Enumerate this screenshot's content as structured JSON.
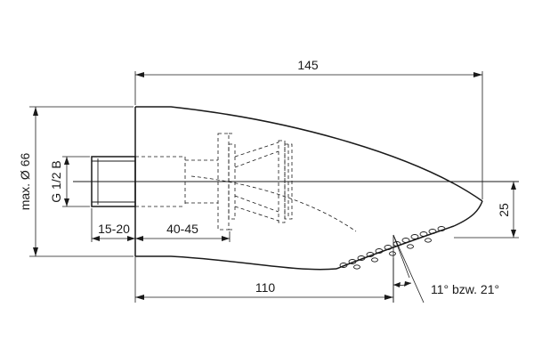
{
  "dimensions": {
    "overall_length": "145",
    "max_diameter": "max. Ø 66",
    "thread": "G 1/2 B",
    "thread_engagement": "15-20",
    "wall_distance": "40-45",
    "head_height": "25",
    "nozzle_position": "110",
    "spray_angle": "11° bzw. 21°"
  }
}
